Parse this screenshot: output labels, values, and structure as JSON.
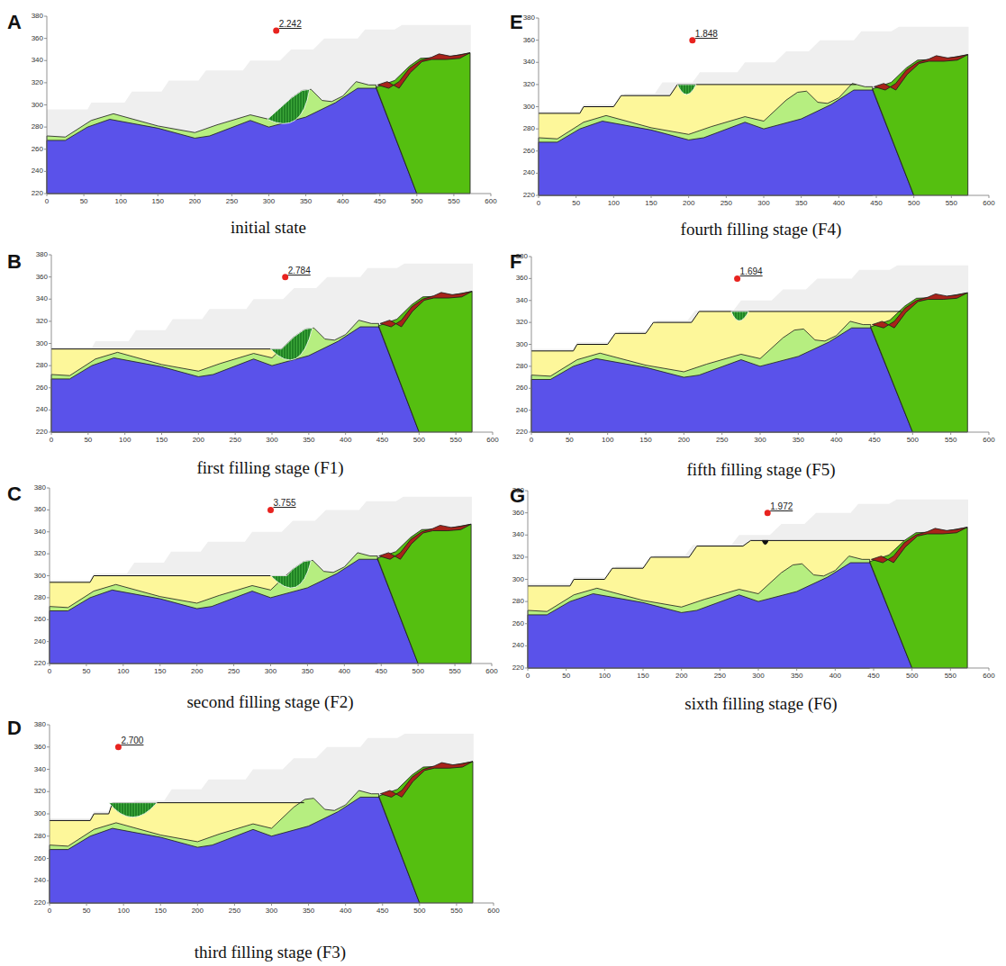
{
  "diagram": {
    "labels": [
      "A",
      "2.242",
      "initial state",
      "220",
      "240",
      "260",
      "280",
      "300",
      "320",
      "340",
      "360",
      "380",
      "0",
      "50",
      "100",
      "150",
      "200",
      "250",
      "300",
      "350",
      "400",
      "450",
      "500",
      "550",
      "600",
      "B",
      "2.784",
      "first filling stage (F1)",
      "220",
      "240",
      "260",
      "280",
      "300",
      "320",
      "340",
      "360",
      "380",
      "0",
      "50",
      "100",
      "150",
      "200",
      "250",
      "300",
      "350",
      "400",
      "450",
      "500",
      "550",
      "600",
      "C",
      "3.755",
      "second filling stage (F2)",
      "220",
      "240",
      "260",
      "280",
      "300",
      "320",
      "340",
      "360",
      "380",
      "0",
      "50",
      "100",
      "150",
      "200",
      "250",
      "300",
      "350",
      "400",
      "450",
      "500",
      "550",
      "600",
      "D",
      "2.700",
      "third filling stage (F3)",
      "220",
      "240",
      "260",
      "280",
      "300",
      "320",
      "340",
      "360",
      "380",
      "0",
      "50",
      "100",
      "150",
      "200",
      "250",
      "300",
      "350",
      "400",
      "450",
      "500",
      "550",
      "600",
      "E",
      "1.848",
      "fourth filling stage (F4)",
      "220",
      "240",
      "260",
      "280",
      "300",
      "320",
      "340",
      "360",
      "380",
      "0",
      "50",
      "100",
      "150",
      "200",
      "250",
      "300",
      "350",
      "400",
      "450",
      "500",
      "550",
      "600",
      "F",
      "1.694",
      "fifth filling stage (F5)",
      "220",
      "240",
      "260",
      "280",
      "300",
      "320",
      "340",
      "360",
      "380",
      "0",
      "50",
      "100",
      "150",
      "200",
      "250",
      "300",
      "350",
      "400",
      "450",
      "500",
      "550",
      "600",
      "G",
      "1.972",
      "sixth filling stage (F6)",
      "220",
      "240",
      "260",
      "280",
      "300",
      "320",
      "340",
      "360",
      "380",
      "0",
      "50",
      "100",
      "150",
      "200",
      "250",
      "300",
      "350",
      "400",
      "450",
      "500",
      "550",
      "600"
    ]
  }
}
